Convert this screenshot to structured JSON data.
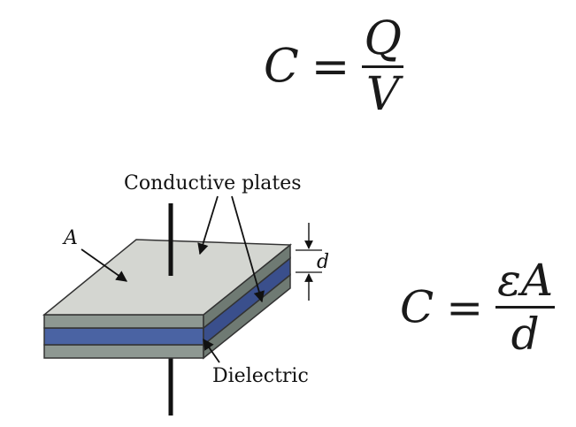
{
  "equation_top": {
    "lhs": "C",
    "op": "=",
    "numerator": "Q",
    "denominator": "V"
  },
  "equation_right": {
    "lhs": "C",
    "op": "=",
    "numerator": "εA",
    "denominator": "d"
  },
  "diagram": {
    "label_plates": "Conductive plates",
    "label_area": "A",
    "label_distance": "d",
    "label_dielectric": "Dielectric",
    "colors": {
      "plate_top": "#d4d6d1",
      "plate_side": "#8e9892",
      "dielectric_front": "#4a63a3",
      "dielectric_side": "#3a4f8c",
      "lead": "#111111"
    }
  }
}
